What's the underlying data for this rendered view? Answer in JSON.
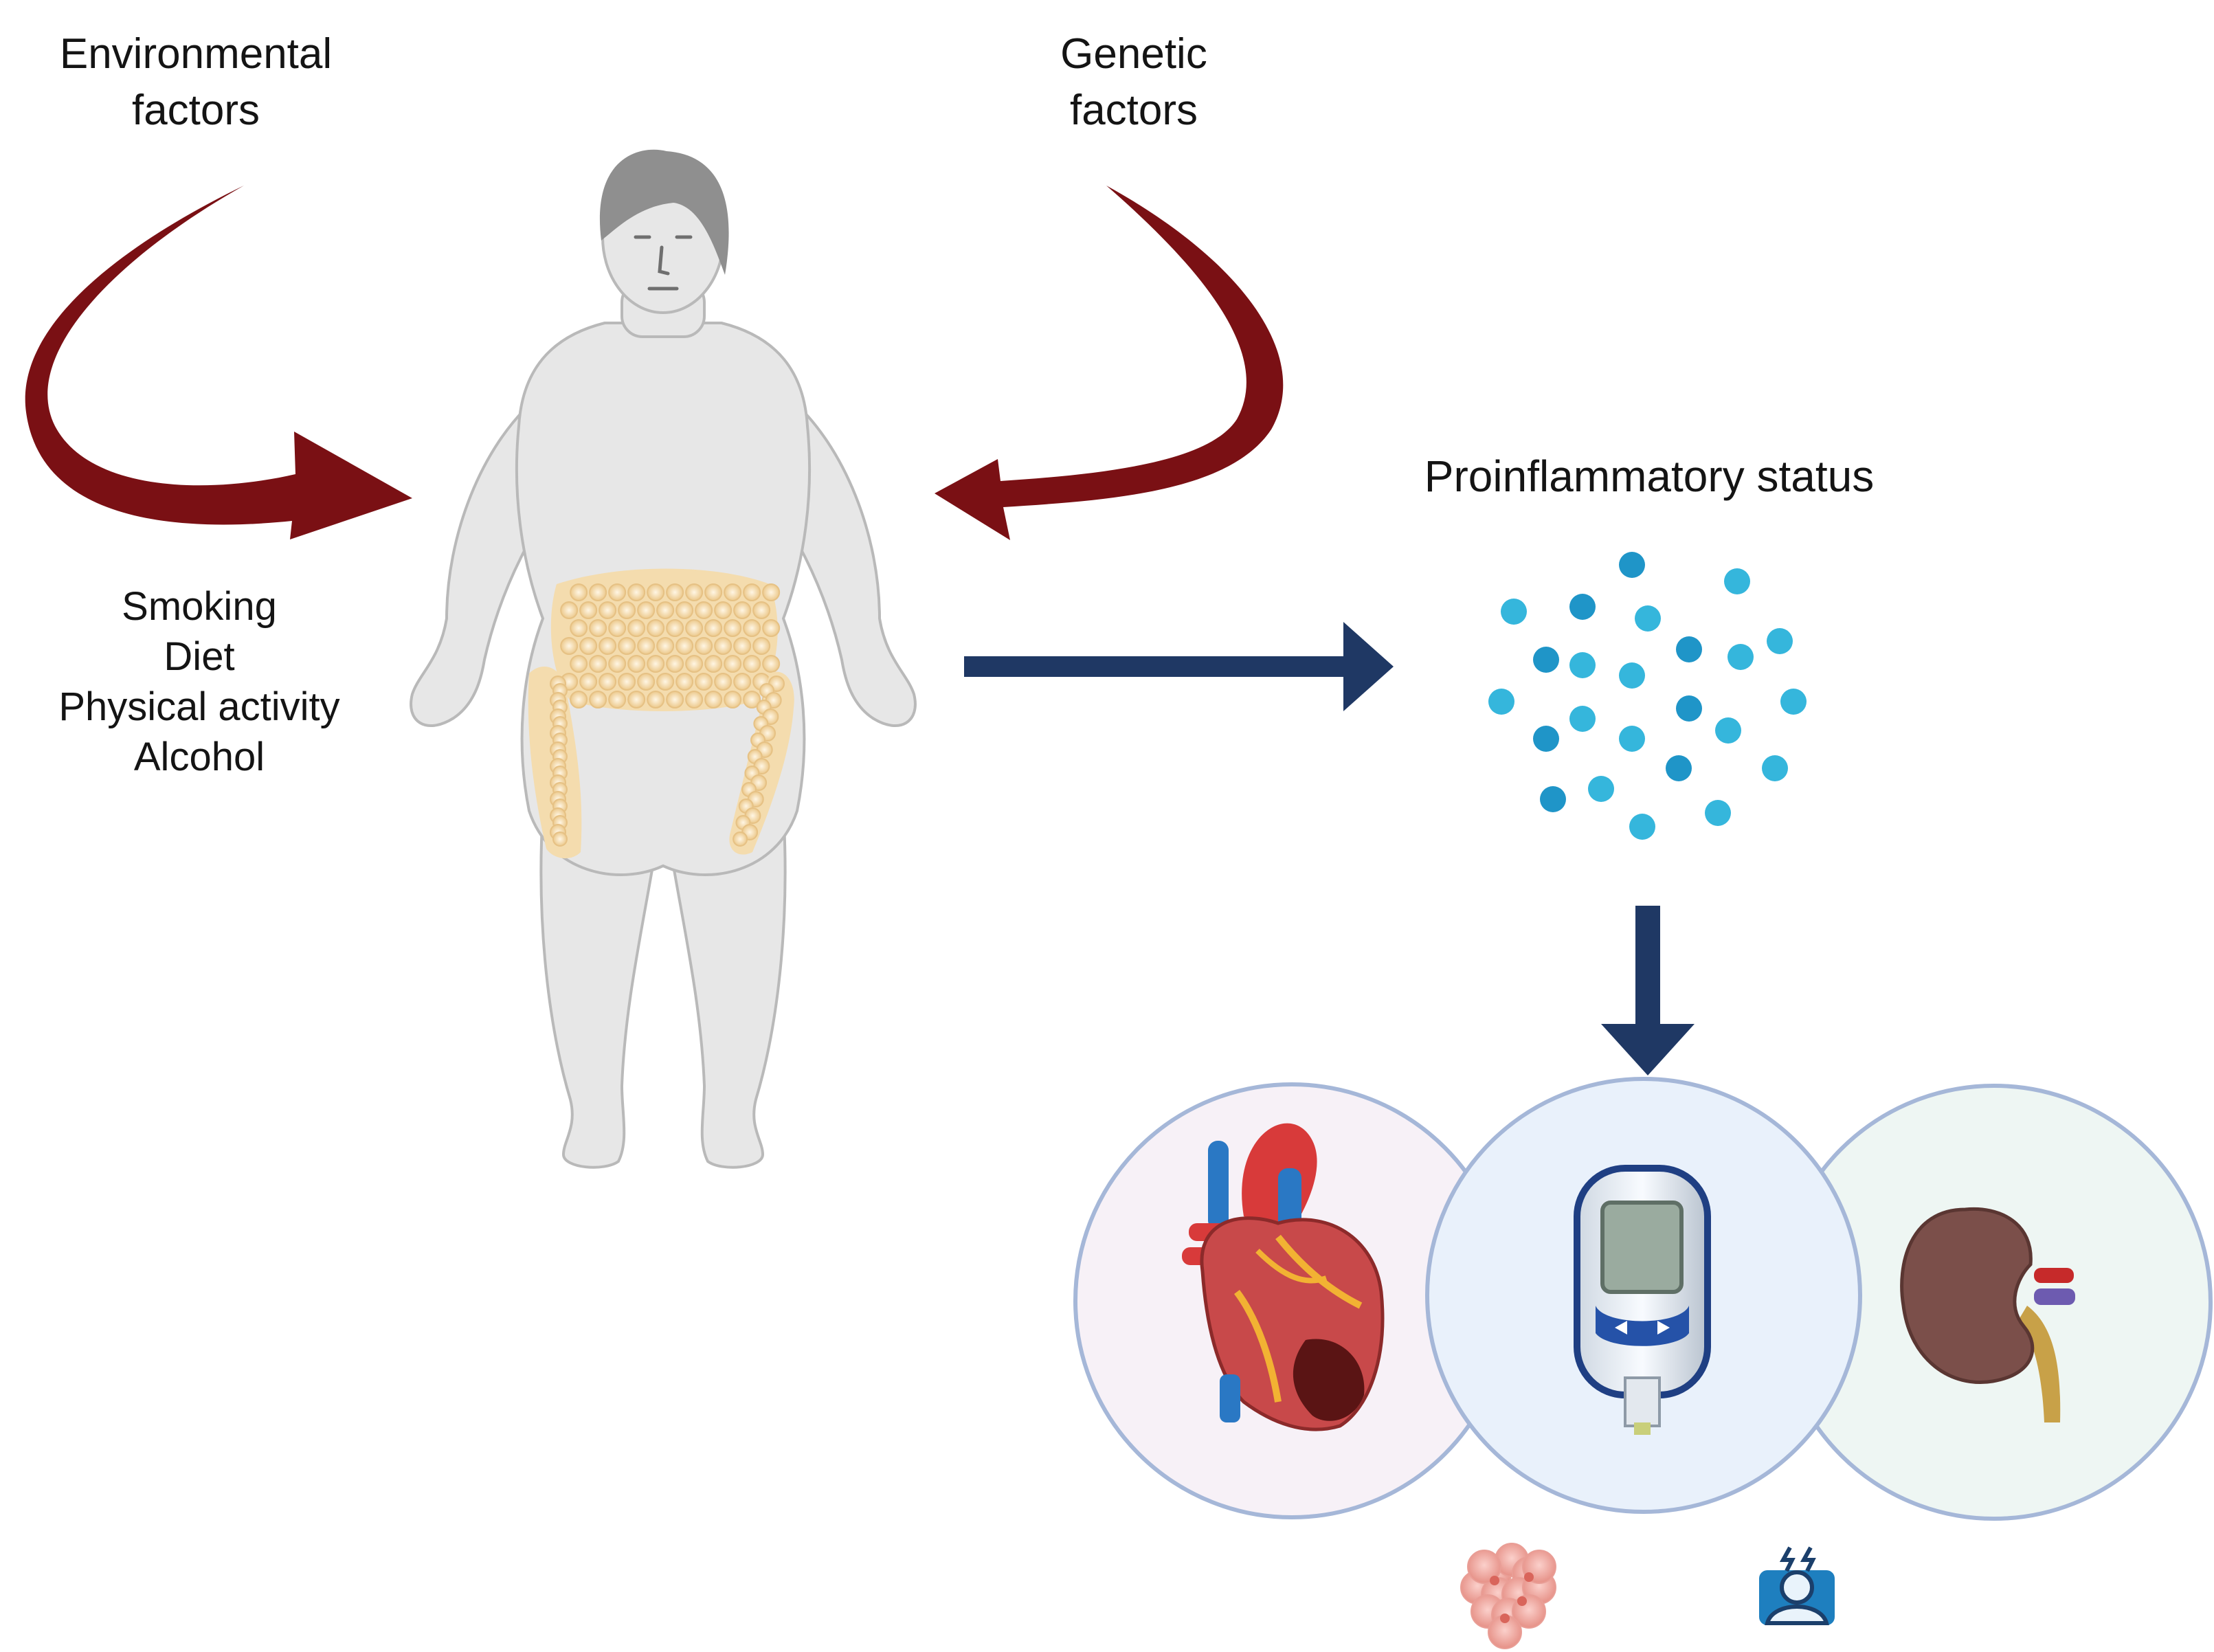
{
  "labels": {
    "environmental_line1": "Environmental",
    "environmental_line2": "factors",
    "genetic_line1": "Genetic",
    "genetic_line2": "factors",
    "proinflammatory_status": "Proinflammatory status"
  },
  "environmental_factors": [
    "Smoking",
    "Diet",
    "Physical activity",
    "Alcohol"
  ],
  "icons": {
    "person": "obese-person-icon",
    "heart": "heart-icon",
    "glucometer": "glucometer-icon",
    "kidney": "kidney-icon",
    "tumor": "tumor-cells-icon",
    "mental": "stressed-person-icon"
  },
  "colors": {
    "curved_arrows": "#7a1014",
    "straight_arrows": "#1f3864",
    "cytokines": "#35b6dc",
    "fat_tissue": "#f4dcae",
    "circle_border": "#a5b7d8"
  }
}
